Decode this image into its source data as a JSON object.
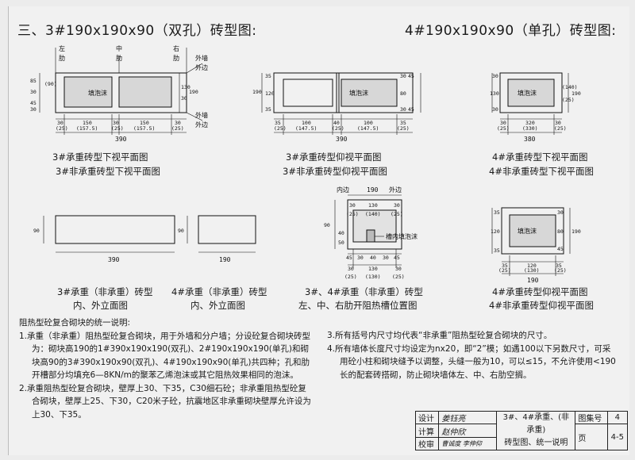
{
  "titles": {
    "left": "三、3#190x190x90（双孔）砖型图:",
    "right": "4#190x190x90（单孔）砖型图:"
  },
  "diagrams": {
    "d1": {
      "top_labels": [
        "左",
        "中",
        "右"
      ],
      "top_labels2": [
        "肋",
        "肋",
        "肋"
      ],
      "right_labels": [
        "外墙",
        "外边",
        "外墙",
        "外边"
      ],
      "left_dims": [
        "85",
        "30",
        "45",
        "30"
      ],
      "left_dims_sub": [
        "(90)"
      ],
      "right_dims": [
        "130",
        "30",
        "190"
      ],
      "bottom_dims": [
        "30",
        "150",
        "30",
        "150",
        "30"
      ],
      "bottom_sub": [
        "(25)",
        "(157.5)",
        "(25)",
        "(157.5)",
        "(25)"
      ],
      "total": "390",
      "foam": "填泡沫",
      "caption1": "3#承重砖型下视平面图",
      "caption2": "3#非承重砖型下视平面图"
    },
    "d2": {
      "left_dims": [
        "190",
        "35",
        "120",
        "35"
      ],
      "right_dims": [
        "30",
        "45",
        "80",
        "30",
        "45"
      ],
      "bottom_dims": [
        "35",
        "100",
        "40",
        "100",
        "35"
      ],
      "bottom_sub": [
        "(25)",
        "(147.5)",
        "(25)",
        "(147.5)",
        "(25)"
      ],
      "total": "390",
      "foam": "填泡沫",
      "caption1": "3#承重砖型仰视平面图",
      "caption2": "3#非承重砖型仰视平面图"
    },
    "d3": {
      "left_dims": [
        "30",
        "130",
        "30"
      ],
      "right_dims": [
        "190",
        "(140)",
        "(25)"
      ],
      "bottom_dims": [
        "30",
        "320",
        "30"
      ],
      "bottom_sub": [
        "(25)",
        "(330)",
        "(25)"
      ],
      "total": "380",
      "foam": "填泡沫",
      "caption1": "4#承重砖型下视平面图",
      "caption2": "4#非承重砖型下视平面图"
    },
    "d4": {
      "height": "90",
      "total": "390",
      "caption1": "3#承重（非承重）砖型",
      "caption2": "内、外立面图"
    },
    "d5": {
      "height": "90",
      "total": "190",
      "caption1": "4#承重（非承重）砖型",
      "caption2": "内、外立面图"
    },
    "d6": {
      "top_labels": [
        "内边",
        "190",
        "外边"
      ],
      "top_dims": [
        "30",
        "130",
        "30"
      ],
      "top_sub": [
        "(25)",
        "(140)",
        "(25)"
      ],
      "left_dims": [
        "90",
        "40",
        "50"
      ],
      "groove": "槽内填泡沫",
      "bottom_dims": [
        "45",
        "30",
        "40",
        "30",
        "45"
      ],
      "bottom_dims2": [
        "30",
        "130",
        "30"
      ],
      "bottom_sub": [
        "(25)",
        "(130)",
        "(25)"
      ],
      "caption1": "3#、4#承重（非承重）砖型",
      "caption2": "左、中、右肋开阻热槽位置图"
    },
    "d7": {
      "left_dims": [
        "35",
        "120",
        "35"
      ],
      "right_dims": [
        "30",
        "80",
        "45",
        "190"
      ],
      "bottom_dims": [
        "35",
        "120",
        "35"
      ],
      "bottom_sub": [
        "(25)",
        "(130)",
        "(25)"
      ],
      "total": "190",
      "foam": "填泡沫",
      "caption1": "4#承重砖型仰视平面图",
      "caption2": "4#非承重砖型仰视平面图"
    }
  },
  "notes": {
    "heading": "阻热型砼复合砌块的统一说明:",
    "n1": "1.承重（非承重）阻热型砼复合砌块，用于外墙和分户墙；分设砼复合砌块砖型为：砌块高190的1#390x190x190(双孔)、2#190x190x190(单孔)和砌块高90的3#390x190x90(双孔)、4#190x190x90(单孔)共四种；孔和肋开槽部分均填充6—8KN/m的聚苯乙烯泡沫或其它阻热效果相同的泡沫。",
    "n2": "2.承重阻热型砼复合砌块，壁厚上30、下35，C30细石砼；非承重阻热型砼复合砌块，壁厚上25、下30，C20米子砼，抗震地区非承重砌块壁厚允许设为上30、下35。",
    "n3": "3.所有括号内尺寸均代表“非承重”阻热型砼复合砌块的尺寸。",
    "n4": "4.所有墙体长度尺寸均设定为nx20，即“2”模；如遇100以下另数尺寸，可采用砼小柱和砌块缝予以调整，头缝一般为10，可以≤15，不允许使用<190长的配套砖搭砌，防止砌块墙体左、中、右肋空搁。"
  },
  "title_block": {
    "row_labels": [
      "设计",
      "计算",
      "校审"
    ],
    "signatures": [
      "姜钰亮",
      "赵仲欣",
      "曹诚度 李伸仰"
    ],
    "drawing_title_1": "3#、4#承重、(非承重)",
    "drawing_title_2": "砖型图、统一说明",
    "atlas_label": "图集号",
    "atlas_value": "4",
    "page_label": "页",
    "page_value": "4-5"
  }
}
